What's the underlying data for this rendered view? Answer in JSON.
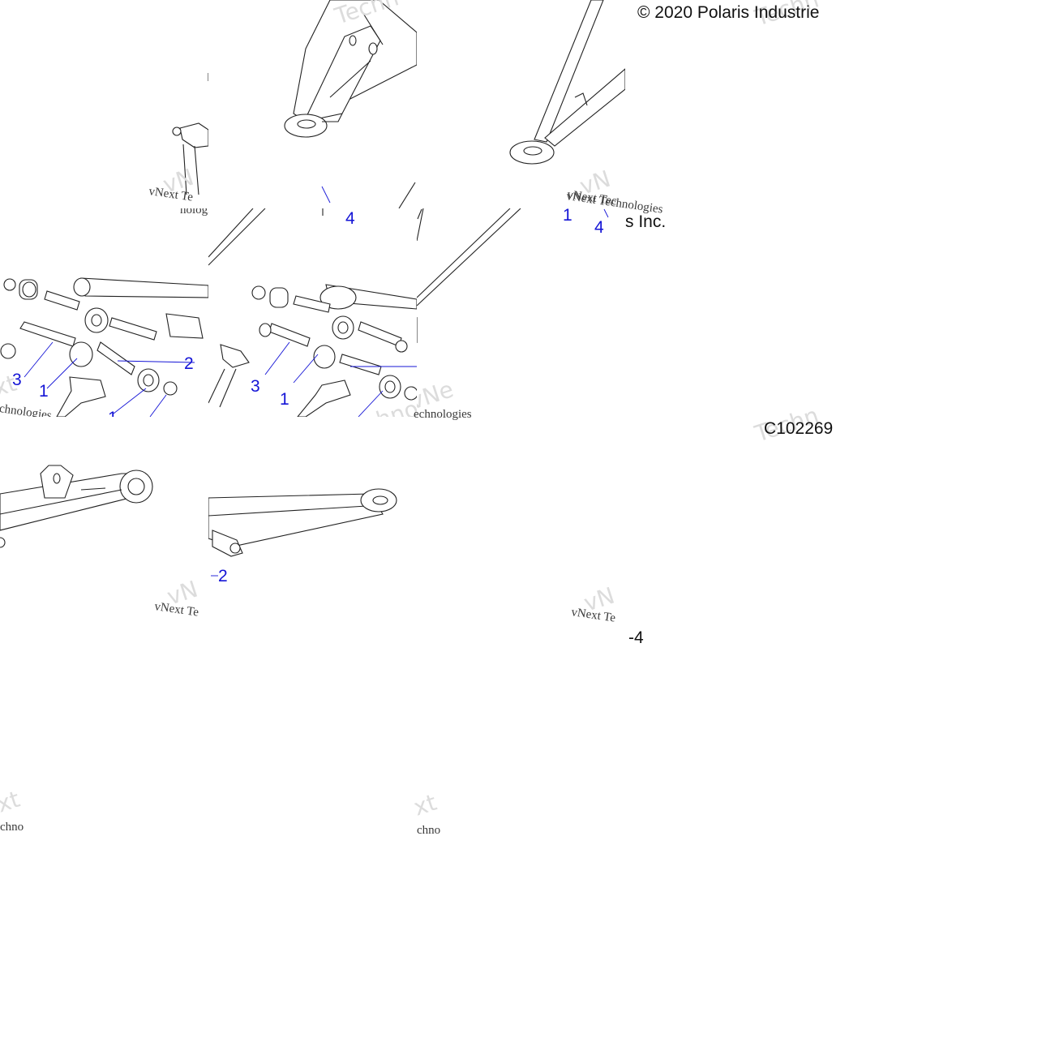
{
  "copyright": "© 2020 Polaris Industrie",
  "copyright_fragment": "s Inc.",
  "figure_id": "C102269",
  "figure_id_suffix": "-4",
  "watermarks": {
    "serif_full": "vNext Technologies",
    "serif_te": "vNext Te",
    "serif_tec": "vNext Tec",
    "fragment_nologies": "nologies",
    "fragment_echnologies": "echnologies",
    "fragment_chno": "chno",
    "fragment_ext": "ext",
    "big_technologies": "Technologies",
    "big_techn": "Techn",
    "big_vn": "vN",
    "big_vne": "vNe",
    "big_xt": "xt"
  },
  "callouts": {
    "c1": "1",
    "c2": "2",
    "c3": "3",
    "c4": "4"
  }
}
